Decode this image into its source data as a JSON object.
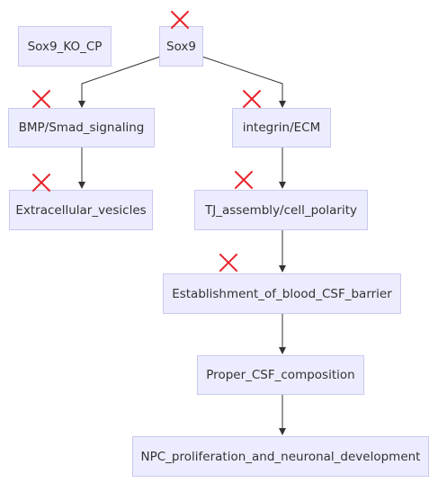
{
  "diagram": {
    "nodes": {
      "sox9_ko_cp": "Sox9_KO_CP",
      "sox9": "Sox9",
      "bmp": "BMP/Smad_signaling",
      "integrin": "integrin/ECM",
      "ev": "Extracellular_vesicles",
      "tj": "TJ_assembly/cell_polarity",
      "barrier": "Establishment_of_blood_CSF_barrier",
      "csf": "Proper_CSF_composition",
      "npc": "NPC_proliferation_and_neuronal_development"
    },
    "edges": [
      [
        "sox9",
        "bmp"
      ],
      [
        "sox9",
        "integrin"
      ],
      [
        "bmp",
        "ev"
      ],
      [
        "integrin",
        "tj"
      ],
      [
        "tj",
        "barrier"
      ],
      [
        "barrier",
        "csf"
      ],
      [
        "csf",
        "npc"
      ]
    ],
    "crossed_out": [
      "sox9",
      "bmp",
      "integrin",
      "ev",
      "tj",
      "barrier"
    ],
    "colors": {
      "node_fill": "#ececff",
      "node_border": "#c9c9f0",
      "edge": "#333333",
      "cross": "#e8242c"
    }
  }
}
